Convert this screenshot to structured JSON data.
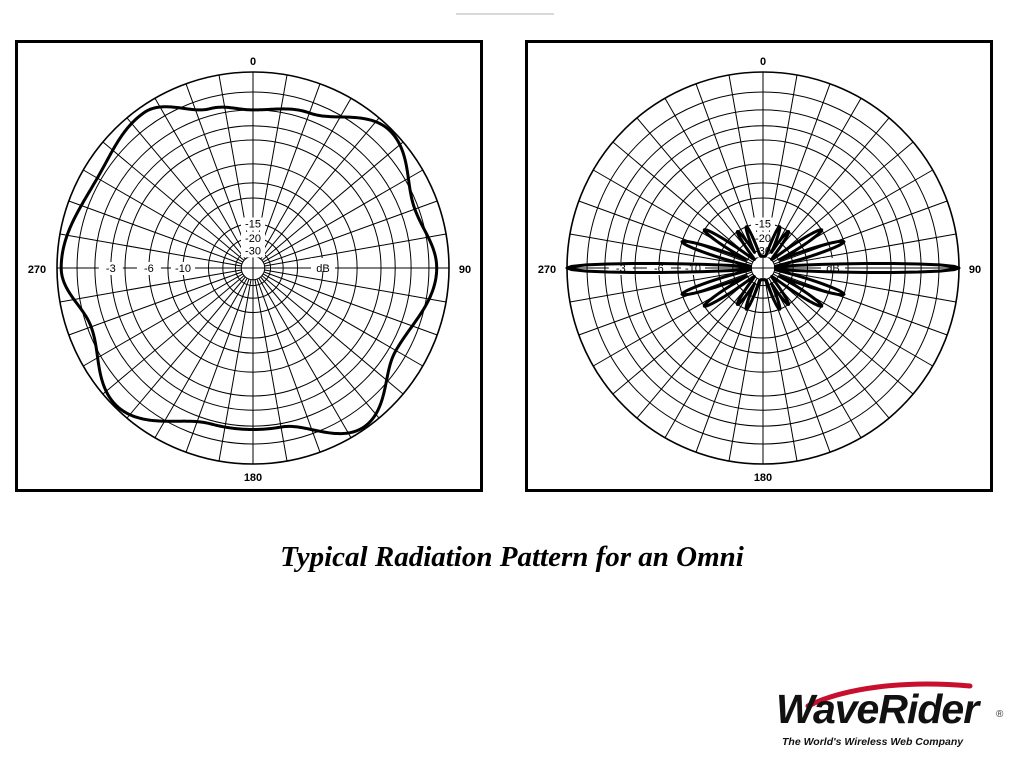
{
  "caption": "Typical Radiation Pattern for an Omni",
  "logo": {
    "wordmark": "WaveRider",
    "registered_mark": "®",
    "tagline": "The World's Wireless Web Company",
    "brand_color": "#c8102e"
  },
  "chart_data": [
    {
      "type": "polar",
      "name": "horizontal-pattern",
      "angle_labels": [
        "0",
        "90",
        "180",
        "270"
      ],
      "radial_labels": [
        "-3",
        "-6",
        "-10",
        "-15",
        "-20",
        "-30"
      ],
      "radial_unit": "dB",
      "radial_rings_db": [
        0,
        -1,
        -2,
        -3,
        -4,
        -6,
        -8,
        -10,
        -15,
        -20,
        -30
      ],
      "angular_spokes_deg": 10,
      "grid": true,
      "pattern_db": [
        {
          "angle": 0,
          "db": -2.0
        },
        {
          "angle": 20,
          "db": -1.6
        },
        {
          "angle": 45,
          "db": -0.1
        },
        {
          "angle": 70,
          "db": -1.2
        },
        {
          "angle": 90,
          "db": -0.6
        },
        {
          "angle": 120,
          "db": -1.6
        },
        {
          "angle": 145,
          "db": -0.1
        },
        {
          "angle": 170,
          "db": -1.8
        },
        {
          "angle": 195,
          "db": -1.8
        },
        {
          "angle": 225,
          "db": -0.1
        },
        {
          "angle": 250,
          "db": -1.2
        },
        {
          "angle": 270,
          "db": -0.2
        },
        {
          "angle": 300,
          "db": -0.8
        },
        {
          "angle": 325,
          "db": -0.3
        },
        {
          "angle": 345,
          "db": -1.6
        }
      ]
    },
    {
      "type": "polar",
      "name": "vertical-pattern",
      "angle_labels": [
        "0",
        "90",
        "180",
        "270"
      ],
      "radial_labels": [
        "-3",
        "-6",
        "-10",
        "-15",
        "-20",
        "-30"
      ],
      "radial_unit": "dB",
      "radial_rings_db": [
        0,
        -1,
        -2,
        -3,
        -4,
        -6,
        -8,
        -10,
        -15,
        -20,
        -30
      ],
      "angular_spokes_deg": 10,
      "grid": true,
      "main_lobes_deg": [
        90,
        270
      ],
      "main_lobe_peak_db": 0,
      "main_lobe_half_width_deg": 3,
      "side_lobes": [
        {
          "angle": 22,
          "db": -15
        },
        {
          "angle": 35,
          "db": -15
        },
        {
          "angle": 57,
          "db": -10
        },
        {
          "angle": 72,
          "db": -8
        },
        {
          "angle": 108,
          "db": -8
        },
        {
          "angle": 123,
          "db": -10
        },
        {
          "angle": 145,
          "db": -15
        },
        {
          "angle": 158,
          "db": -15
        },
        {
          "angle": 202,
          "db": -15
        },
        {
          "angle": 215,
          "db": -15
        },
        {
          "angle": 237,
          "db": -10
        },
        {
          "angle": 252,
          "db": -8
        },
        {
          "angle": 288,
          "db": -8
        },
        {
          "angle": 303,
          "db": -10
        },
        {
          "angle": 325,
          "db": -15
        },
        {
          "angle": 338,
          "db": -15
        }
      ],
      "side_lobe_half_width_deg": 5
    }
  ]
}
